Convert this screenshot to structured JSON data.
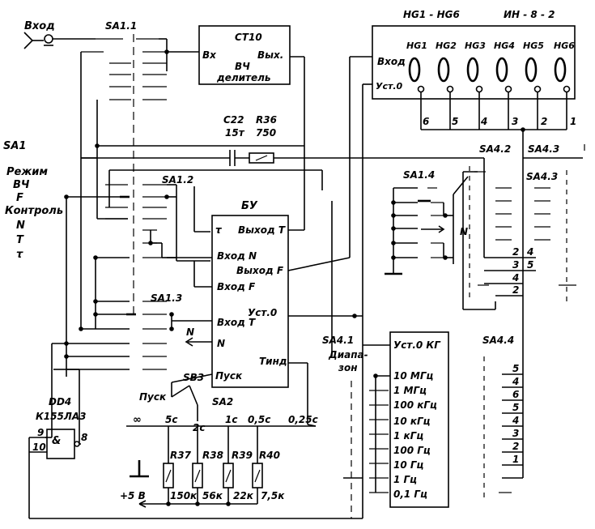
{
  "labels": {
    "vhod": "Вход",
    "sa1_1": "SA1.1",
    "sa1_2": "SA1.2",
    "sa1_3": "SA1.3",
    "sa1_4": "SA1.4",
    "sa1": "SA1",
    "rezhim": "Режим",
    "vch": "ВЧ",
    "f": "F",
    "kontrol": "Контроль",
    "n": "N",
    "t": "T",
    "tau": "τ",
    "ct10": "СТ10",
    "ct10_in": "Вх",
    "ct10_out": "Вых.",
    "ct10_vch": "ВЧ",
    "ct10_div": "делитель",
    "c22": "С22",
    "c22_val": "15т",
    "r36": "R36",
    "r36_val": "750",
    "hg_title": "HG1 - HG6",
    "hg_type": "ИН - 8 - 2",
    "hg_in": "Вход",
    "hg_ust": "Уст.0",
    "hg1": "HG1",
    "hg2": "HG2",
    "hg3": "HG3",
    "hg4": "HG4",
    "hg5": "HG5",
    "hg6": "HG6",
    "p6": "6",
    "p5": "5",
    "p4": "4",
    "p3": "3",
    "p2": "2",
    "p1": "1",
    "sa4_2": "SA4.2",
    "sa4_3": "SA4.3",
    "sa4_3b": "SA4.3",
    "sa4_4": "SA4.4",
    "sa4_1": "SA4.1",
    "diap1": "Диапа-",
    "diap2": "зон",
    "bu": "БУ",
    "bu_tau": "τ",
    "bu_outT": "Выход T",
    "bu_inN": "Вход N",
    "bu_outF": "Выход F",
    "bu_inF": "Вход F",
    "bu_ust": "Уст.0",
    "bu_inT": "Вход T",
    "bu_N": "N",
    "bu_pusk": "Пуск",
    "bu_tind": "Tинд",
    "arrowN1": "N",
    "arrowN2": "N",
    "sb3": "SB3",
    "pusk": "Пуск",
    "sa2": "SA2",
    "dd4": "DD4",
    "k155": "К155ЛА3",
    "pin9": "9",
    "pin10": "10",
    "pin8": "8",
    "amp": "&",
    "inf": "∞",
    "t5c": "5с",
    "t2c": "2с",
    "t1c": "1с",
    "t05c": "0,5с",
    "t025c": "0,25с",
    "plus5": "+5 В",
    "r37": "R37",
    "r38": "R38",
    "r39": "R39",
    "r40": "R40",
    "r37v": "150к",
    "r38v": "56к",
    "r39v": "22к",
    "r40v": "7,5к",
    "kg_ust": "Уст.0 КГ",
    "kg": [
      "10 МГц",
      "1 МГц",
      "100 кГц",
      "10 кГц",
      "1 кГц",
      "100 Гц",
      "10 Гц",
      "1 Гц",
      "0,1 Гц"
    ],
    "sa42_nums": [
      "2",
      "3",
      "4",
      "2"
    ],
    "sa43_nums": [
      "4",
      "5"
    ],
    "sa44_nums": [
      "5",
      "4",
      "6",
      "5",
      "4",
      "3",
      "2",
      "1"
    ]
  }
}
